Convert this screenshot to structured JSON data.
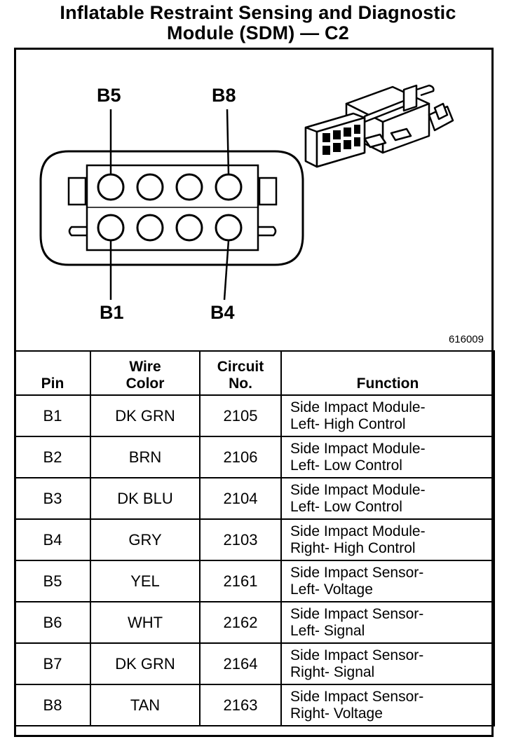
{
  "title": {
    "line1": "Inflatable Restraint Sensing and Diagnostic",
    "line2": "Module (SDM) — C2"
  },
  "diagram": {
    "labels": {
      "top_left": "B5",
      "top_right": "B8",
      "bottom_left": "B1",
      "bottom_right": "B4"
    },
    "figure_number": "616009"
  },
  "table": {
    "headers": {
      "pin": "Pin",
      "wire_color_1": "Wire",
      "wire_color_2": "Color",
      "circuit_1": "Circuit",
      "circuit_2": "No.",
      "function": "Function"
    },
    "rows": [
      {
        "pin": "B1",
        "color": "DK GRN",
        "circuit": "2105",
        "f1": "Side Impact Module-",
        "f2": "Left- High Control"
      },
      {
        "pin": "B2",
        "color": "BRN",
        "circuit": "2106",
        "f1": "Side Impact Module-",
        "f2": "Left- Low Control"
      },
      {
        "pin": "B3",
        "color": "DK BLU",
        "circuit": "2104",
        "f1": "Side Impact Module-",
        "f2": "Left- Low Control"
      },
      {
        "pin": "B4",
        "color": "GRY",
        "circuit": "2103",
        "f1": "Side Impact Module-",
        "f2": "Right- High Control"
      },
      {
        "pin": "B5",
        "color": "YEL",
        "circuit": "2161",
        "f1": "Side Impact Sensor-",
        "f2": "Left- Voltage"
      },
      {
        "pin": "B6",
        "color": "WHT",
        "circuit": "2162",
        "f1": "Side Impact Sensor-",
        "f2": "Left- Signal"
      },
      {
        "pin": "B7",
        "color": "DK GRN",
        "circuit": "2164",
        "f1": "Side Impact Sensor-",
        "f2": "Right- Signal"
      },
      {
        "pin": "B8",
        "color": "TAN",
        "circuit": "2163",
        "f1": "Side Impact Sensor-",
        "f2": "Right- Voltage"
      }
    ]
  }
}
